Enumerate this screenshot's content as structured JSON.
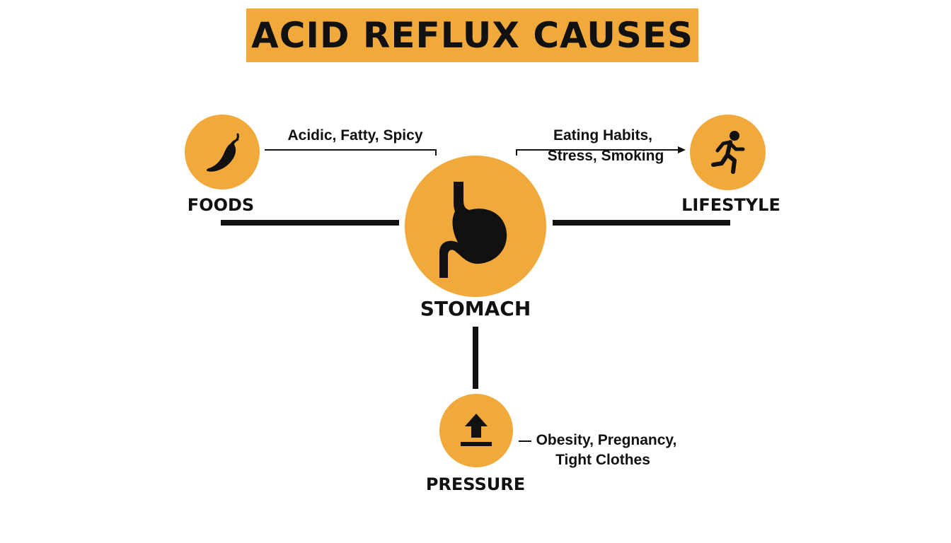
{
  "title": "ACID REFLUX CAUSES",
  "colors": {
    "accent": "#f2a93b",
    "ink": "#111111",
    "background": "#ffffff"
  },
  "center": {
    "label": "STOMACH",
    "icon": "stomach-icon"
  },
  "causes": {
    "foods": {
      "label": "FOODS",
      "detail": "Acidic, Fatty, Spicy",
      "icon": "chili-pepper-icon"
    },
    "lifestyle": {
      "label": "LIFESTYLE",
      "detail_line1": "Eating Habits,",
      "detail_line2": "Stress, Smoking",
      "icon": "running-person-icon"
    },
    "pressure": {
      "label": "PRESSURE",
      "detail_line1": "Obesity, Pregnancy,",
      "detail_line2": "Tight Clothes",
      "icon": "upward-pressure-icon"
    }
  }
}
